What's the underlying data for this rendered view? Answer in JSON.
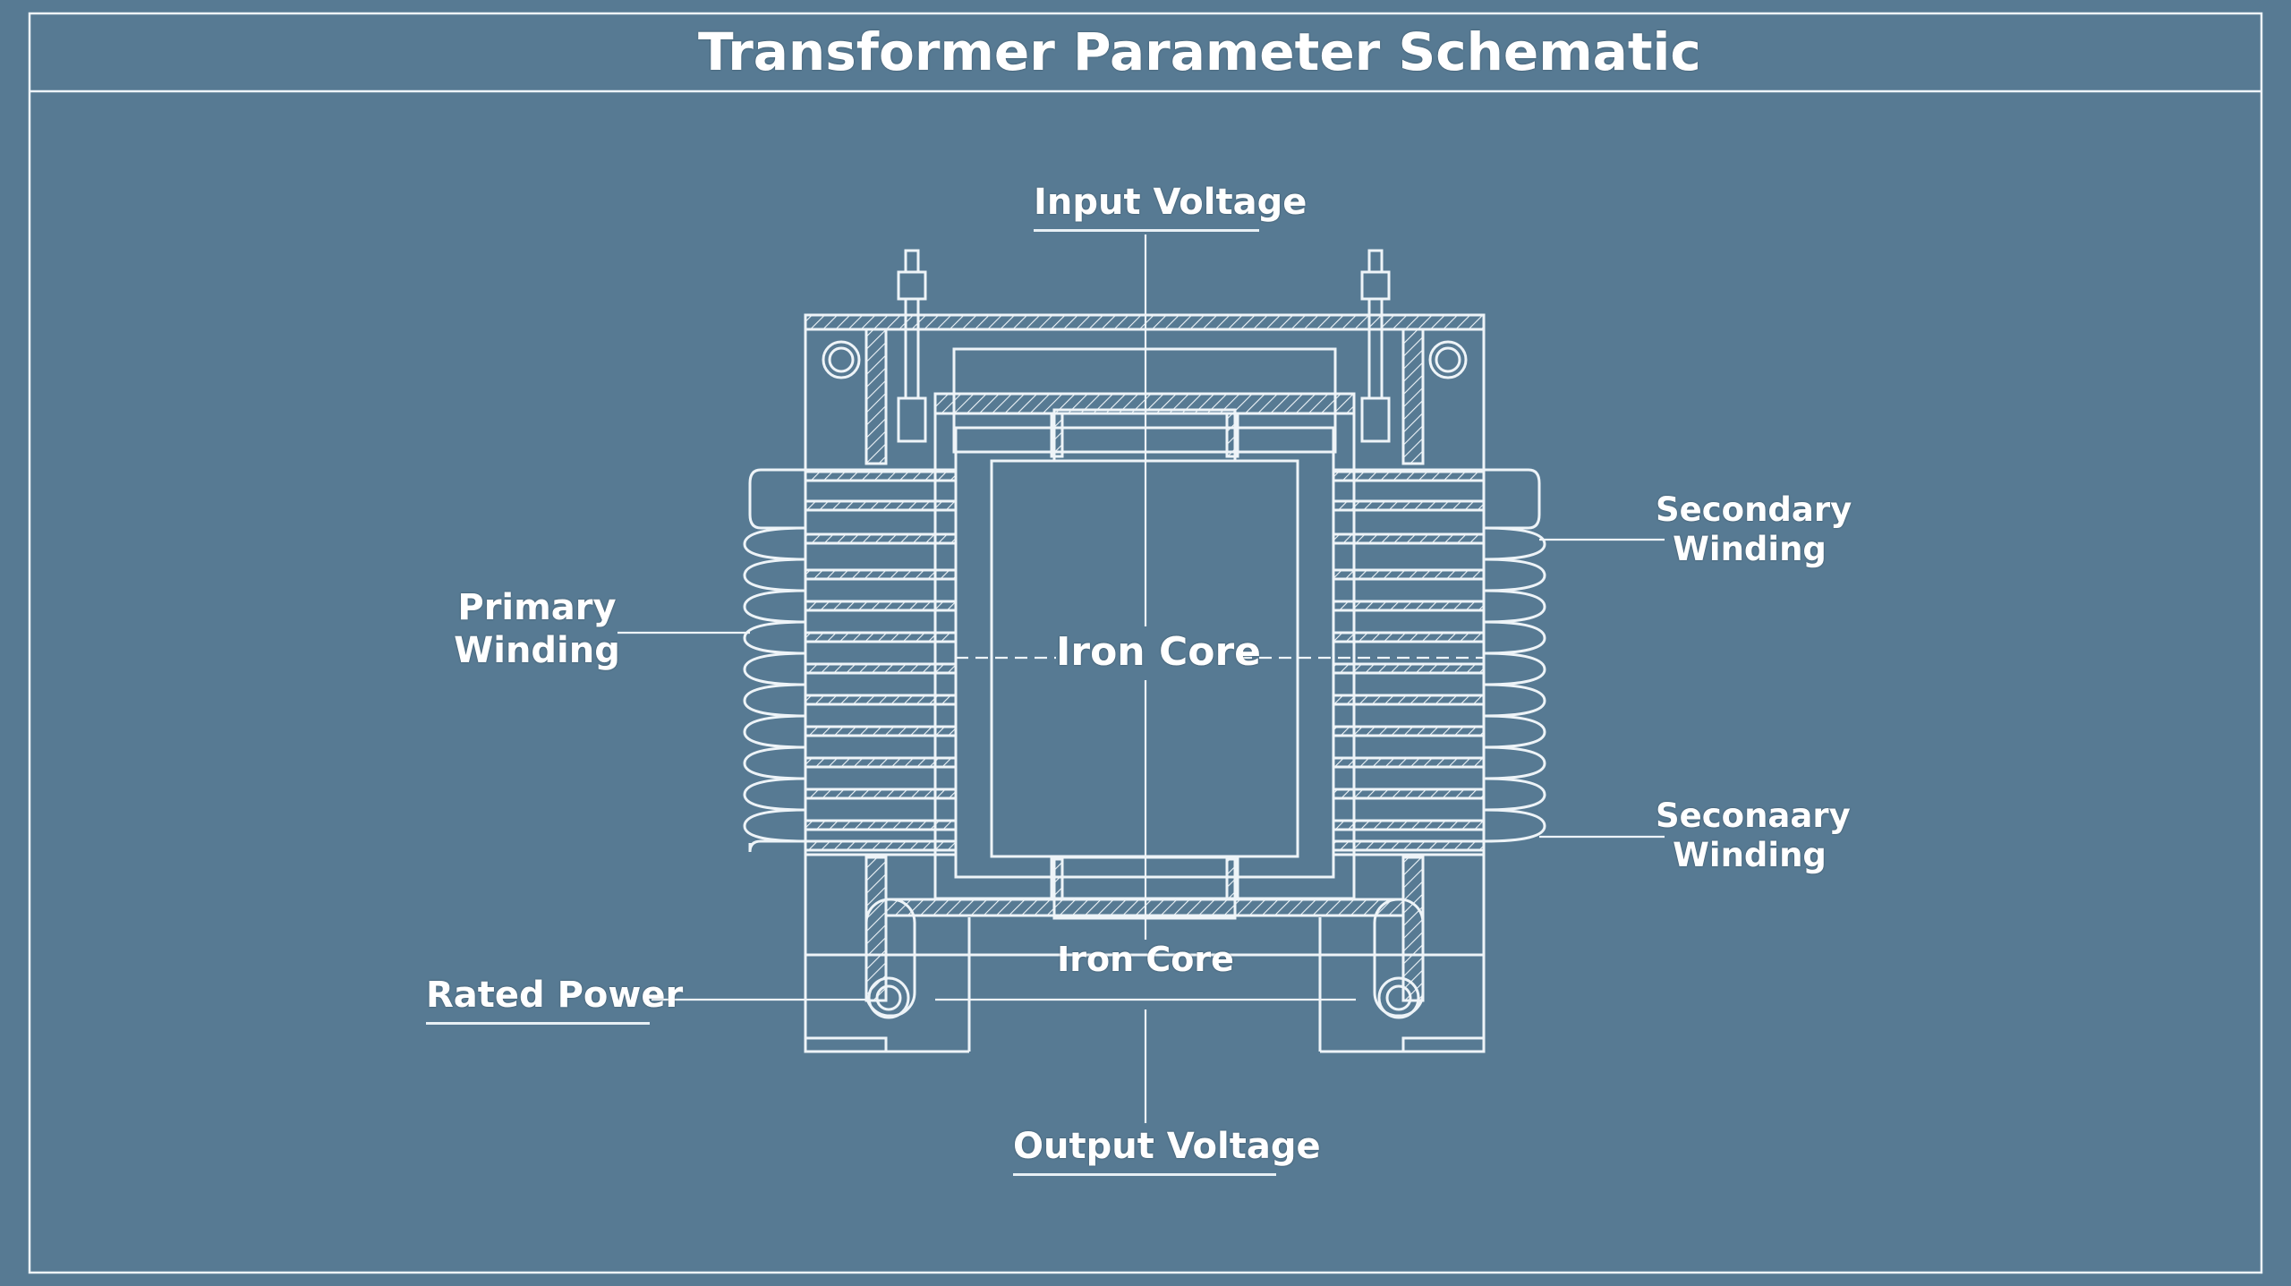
{
  "title": "Transformer Parameter Schematic",
  "labels": {
    "input_voltage": "Input Voltage",
    "output_voltage": "Output Voltage",
    "primary_winding": [
      "Primary",
      "Winding"
    ],
    "secondary_winding_upper": [
      "Secondary",
      "Winding"
    ],
    "secondary_winding_lower": [
      "Seconaary",
      "Winding"
    ],
    "iron_core_center": "Iron Core",
    "iron_core_lower": "Iron Core",
    "rated_power": "Rated Power"
  },
  "colors": {
    "background": "#577a93",
    "line": "#eef4f8",
    "text": "#ffffff"
  }
}
